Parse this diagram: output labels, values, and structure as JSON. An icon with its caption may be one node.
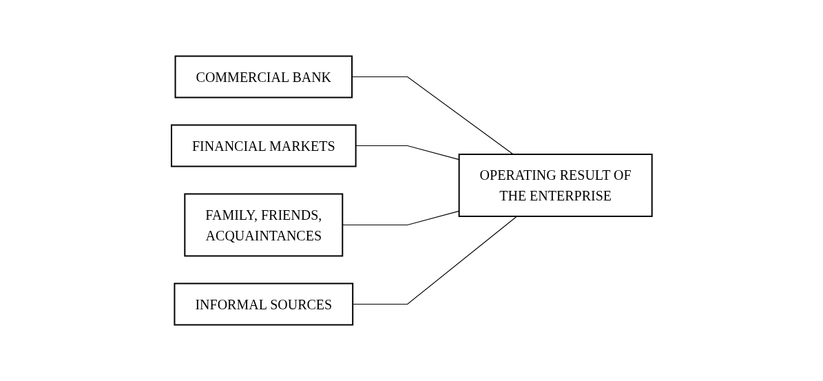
{
  "diagram": {
    "nodes": [
      {
        "text": [
          "COMMERCIAL BANK"
        ]
      },
      {
        "text": [
          "FINANCIAL MARKETS"
        ]
      },
      {
        "text": [
          "FAMILY, FRIENDS, ACQUAINTANCES"
        ]
      },
      {
        "text": [
          "INFORMAL SOURCES"
        ]
      },
      {
        "text": [
          "OPERATING RESULT OF THE ENTERPRISE"
        ]
      }
    ],
    "edges": [
      {
        "from": 0,
        "to": 4,
        "arrow": "none"
      },
      {
        "from": 1,
        "to": 4,
        "arrow": "none"
      },
      {
        "from": 2,
        "to": 4,
        "arrow": "none"
      },
      {
        "from": 3,
        "to": 4,
        "arrow": "none"
      }
    ]
  }
}
